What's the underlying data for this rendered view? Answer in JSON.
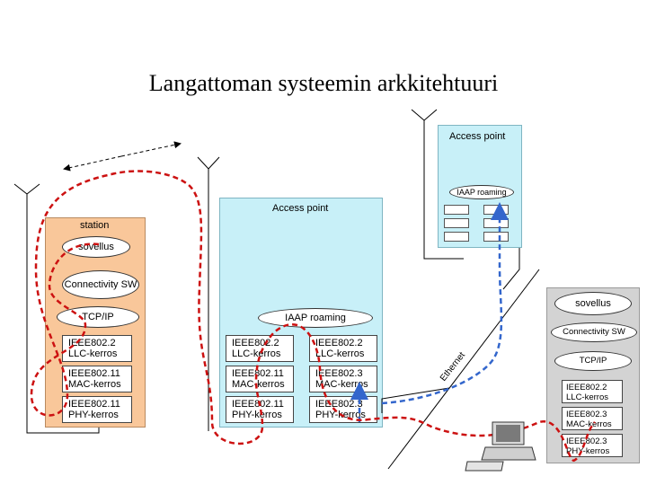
{
  "title": "Langattoman systeemin arkkitehtuuri",
  "station": {
    "label": "station",
    "sovellus": "sovellus",
    "connectivity": "Connectivity\nSW",
    "tcpip": "TCP/IP",
    "llc": "IEEE802.2\nLLC-kerros",
    "mac": "IEEE802.11\nMAC-kerros",
    "phy": "IEEE802.11\nPHY-kerros"
  },
  "ap1": {
    "label": "Access point",
    "roaming": "IAAP roaming",
    "llc_left": "IEEE802.2\nLLC-kerros",
    "llc_right": "IEEE802.2\nLLC-kerros",
    "mac_left": "IEEE802.11\nMAC-kerros",
    "mac_right": "IEEE802.3\nMAC-kerros",
    "phy_left": "IEEE802.11\nPHY-kerros",
    "phy_right": "IEEE802.3\nPHY-kerros"
  },
  "ap2": {
    "label": "Access point",
    "roaming": "IAAP roaming"
  },
  "remote": {
    "sovellus": "sovellus",
    "connectivity": "Connectivity SW",
    "tcpip": "TCP/IP",
    "llc": "IEEE802.2\nLLC-kerros",
    "mac": "IEEE802.3\nMAC-kerros",
    "phy": "IEEE802.3\nPHY-kerros"
  },
  "ethernet_label": "Ethernet",
  "colors": {
    "station_fill": "#f9c79a",
    "access_point_fill": "#c8f0f8",
    "remote_fill": "#d3d3d3",
    "wireless_path": "#cc1111",
    "wired_path": "#3366cc"
  }
}
